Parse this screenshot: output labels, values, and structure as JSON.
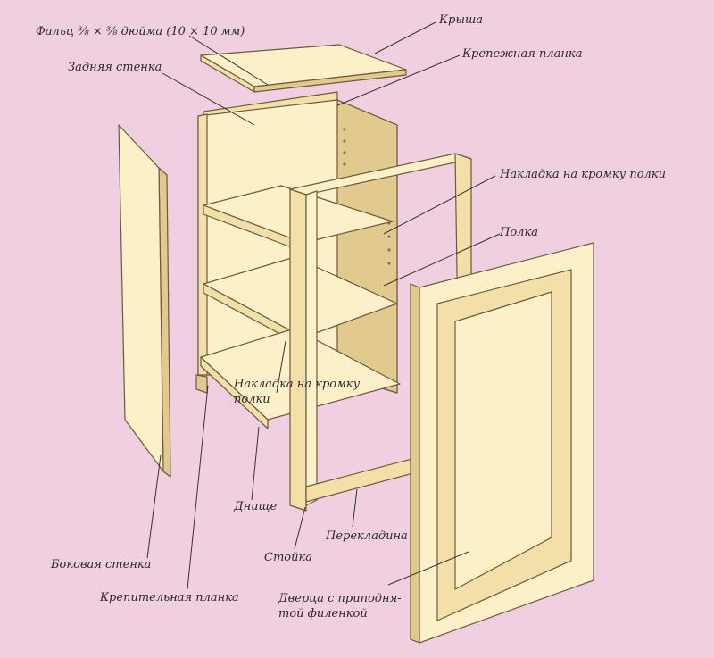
{
  "labels": {
    "rabbet": "Фальц ⅜ × ⅜ дюйма (10 × 10 мм)",
    "top": "Крыша",
    "back_panel": "Задняя стенка",
    "cleat_top": "Крепежная планка",
    "shelf_edging_right": "Накладка на кромку полки",
    "shelf": "Полка",
    "shelf_edging_center_1": "Накладка на кромку",
    "shelf_edging_center_2": "полки",
    "bottom": "Днище",
    "crosspiece": "Перекладина",
    "stile": "Стойка",
    "side_panel": "Боковая стенка",
    "cleat_bottom": "Крепительная планка",
    "door_1": "Дверца с приподня-",
    "door_2": "той филенкой"
  },
  "colors": {
    "background": "#f0cfe0",
    "wood_light": "#fbf0c8",
    "wood_mid": "#f3e0a8",
    "wood_dark": "#e2c98d",
    "outline": "#6b5a3e",
    "leader": "#333333"
  }
}
